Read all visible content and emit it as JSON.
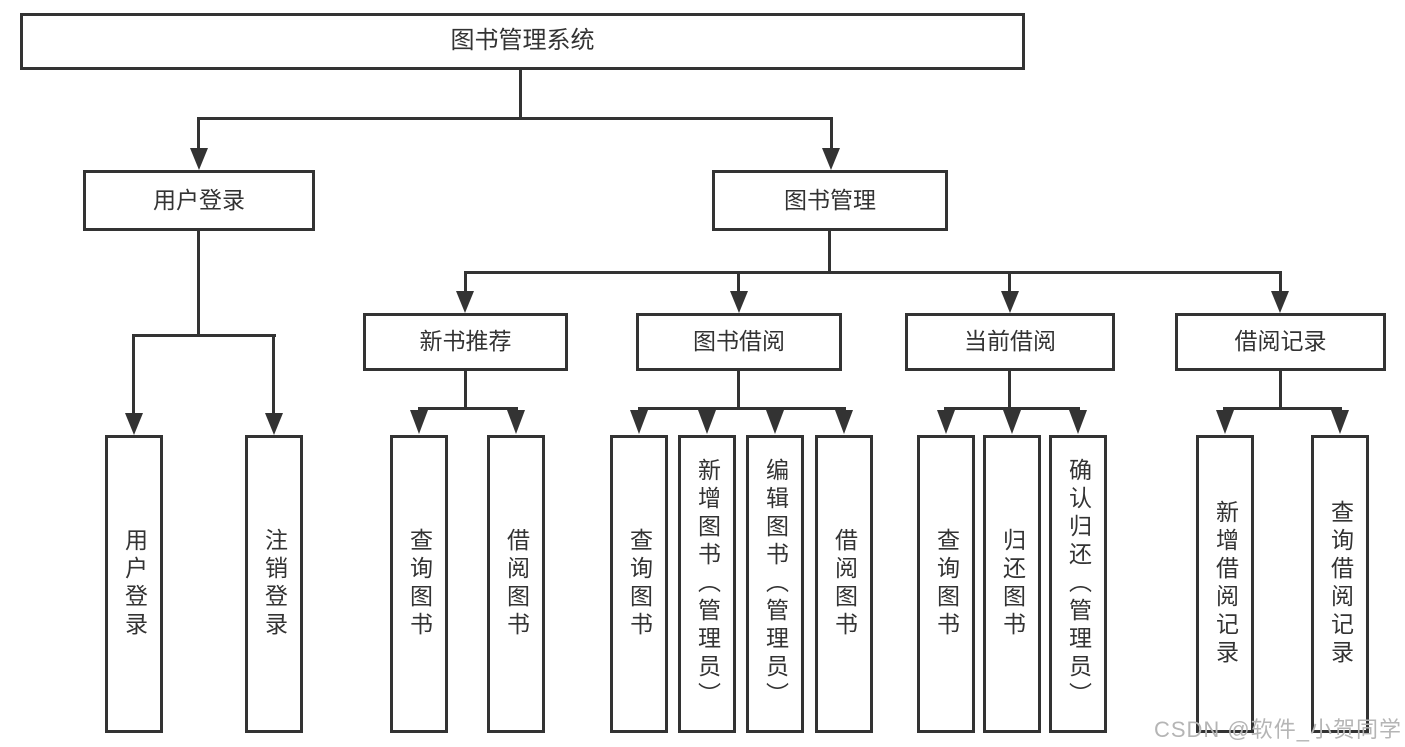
{
  "diagram": {
    "type": "tree",
    "root": {
      "label": "图书管理系统"
    },
    "branches": [
      {
        "label": "用户登录",
        "children": [
          {
            "label": "用户登录"
          },
          {
            "label": "注销登录"
          }
        ]
      },
      {
        "label": "图书管理",
        "children": [
          {
            "label": "新书推荐",
            "children": [
              {
                "label": "查询图书"
              },
              {
                "label": "借阅图书"
              }
            ]
          },
          {
            "label": "图书借阅",
            "children": [
              {
                "label": "查询图书"
              },
              {
                "label": "新增图书（管理员）"
              },
              {
                "label": "编辑图书（管理员）"
              },
              {
                "label": "借阅图书"
              }
            ]
          },
          {
            "label": "当前借阅",
            "children": [
              {
                "label": "查询图书"
              },
              {
                "label": "归还图书"
              },
              {
                "label": "确认归还（管理员）"
              }
            ]
          },
          {
            "label": "借阅记录",
            "children": [
              {
                "label": "新增借阅记录"
              },
              {
                "label": "查询借阅记录"
              }
            ]
          }
        ]
      }
    ],
    "watermark": "CSDN @软件_小贺同学",
    "colors": {
      "line": "#333333",
      "background": "#ffffff",
      "watermark": "#b5b5b5"
    }
  }
}
